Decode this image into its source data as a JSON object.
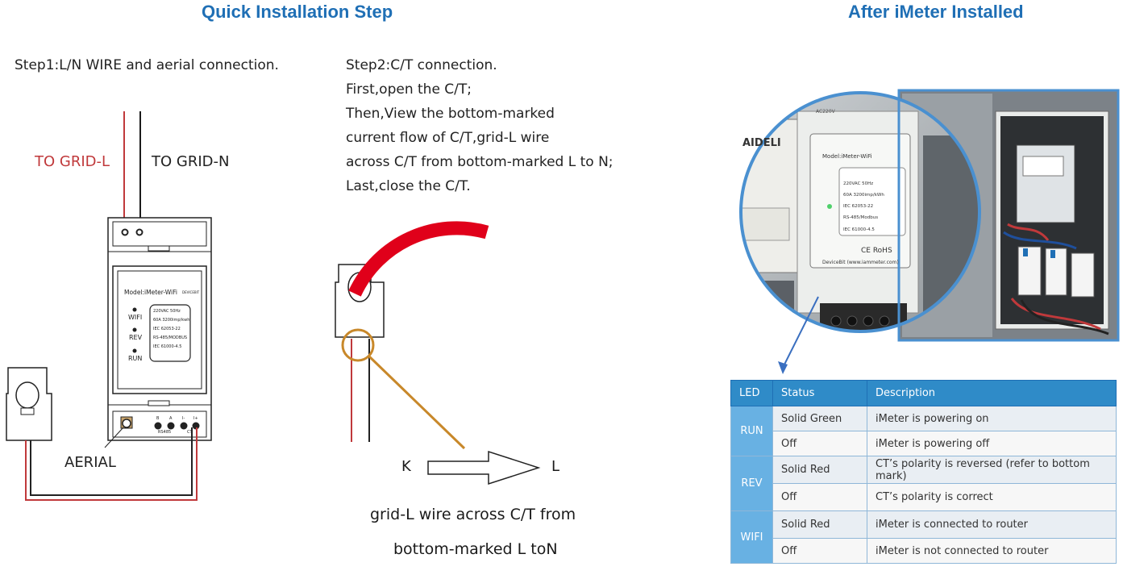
{
  "titles": {
    "left": "Quick Installation Step",
    "right": "After iMeter Installed"
  },
  "step1": {
    "heading": "Step1:L/N WIRE and aerial connection.",
    "grid_l": "TO GRID-L",
    "grid_n": "TO GRID-N",
    "aerial": "AERIAL"
  },
  "meter": {
    "model": "Model:iMeter-WiFi",
    "brand": "DEVICEBIT",
    "leds": [
      "WIFI",
      "REV",
      "RUN"
    ],
    "specs": [
      "220VAC  50Hz",
      "60A  3200imp/kwh",
      "IEC  62053-22",
      "RS-485/MODBUS",
      "IEC  61000-4.5"
    ],
    "terminals": [
      "B",
      "A",
      "I-",
      "I+"
    ],
    "port_rs485": "RS485",
    "port_ct": "CT"
  },
  "step2": {
    "lines": [
      "Step2:C/T connection.",
      "First,open the C/T;",
      "Then,View the bottom-marked",
      "current flow of C/T,grid-L wire",
      "across C/T from bottom-marked L to N;",
      "Last,close the C/T."
    ],
    "k": "K",
    "l": "L",
    "caption1": "grid-L wire across C/T from",
    "caption2": "bottom-marked L toN"
  },
  "photo": {
    "label_model": "Model:iMeter-WiFi",
    "label_specs": [
      "220VAC  50Hz",
      "60A  3200imp/kWh",
      "IEC  62053-22",
      "RS-485/Modbus",
      "IEC  61000-4.5"
    ],
    "label_footer": "DeviceBit (www.iammeter.com)",
    "label_ce": "CE RoHS",
    "brand_side": "AIDELI",
    "rail_label": "AC220V"
  },
  "led_table": {
    "headers": [
      "LED",
      "Status",
      "Description"
    ],
    "groups": [
      {
        "led": "RUN",
        "rows": [
          {
            "status": "Solid Green",
            "desc": "iMeter is powering on"
          },
          {
            "status": "Off",
            "desc": "iMeter is powering off"
          }
        ]
      },
      {
        "led": "REV",
        "rows": [
          {
            "status": "Solid Red",
            "desc": "CT’s polarity is reversed (refer to bottom mark)"
          },
          {
            "status": "Off",
            "desc": "CT’s polarity is correct"
          }
        ]
      },
      {
        "led": "WIFI",
        "rows": [
          {
            "status": "Solid Red",
            "desc": "iMeter is connected to router"
          },
          {
            "status": "Off",
            "desc": "iMeter is not connected to router"
          }
        ]
      }
    ]
  },
  "colors": {
    "title": "#1f6fb5",
    "wire_l": "#c0393b",
    "wire_n": "#1a1a1a",
    "ct_wire": "#e0001a",
    "ring": "#c8882a",
    "table_header": "#2f8bc8",
    "table_led": "#68b1e3"
  }
}
